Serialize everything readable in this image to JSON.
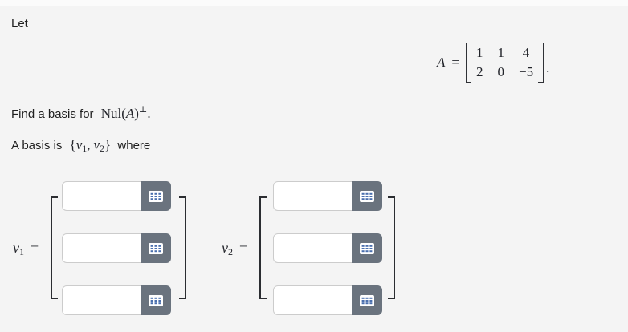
{
  "ui": {
    "background_color": "#f4f4f4",
    "top_strip_color": "#fbfbfb",
    "divider_color": "#e9e9e9",
    "text_color": "#1f1f1f",
    "keypad_button_color": "#6a737e",
    "keypad_dot_color": "#4a6fae",
    "input_border_color": "#cccccc",
    "bracket_color": "#2b2d31",
    "keypad_icon": "keypad-icon"
  },
  "problem": {
    "intro": "Let",
    "matrix": {
      "var": "A",
      "eq": "=",
      "rows": [
        [
          "1",
          "1",
          "4"
        ],
        [
          "2",
          "0",
          "−5"
        ]
      ],
      "period": "."
    },
    "find": {
      "prefix": "Find a basis for",
      "nul_open": "Nul(",
      "var": "A",
      "nul_close": ")",
      "perp": "⊥",
      "period": "."
    },
    "basis": {
      "prefix": "A basis is",
      "open_brace": "{",
      "var1": "v",
      "sub1": "1",
      "comma": ",",
      "var2": "v",
      "sub2": "2",
      "close_brace": "}",
      "suffix": "where"
    }
  },
  "vectors": [
    {
      "var": "v",
      "sub": "1",
      "eq": "=",
      "entries": [
        "",
        "",
        ""
      ]
    },
    {
      "var": "v",
      "sub": "2",
      "eq": "=",
      "entries": [
        "",
        "",
        ""
      ]
    }
  ]
}
